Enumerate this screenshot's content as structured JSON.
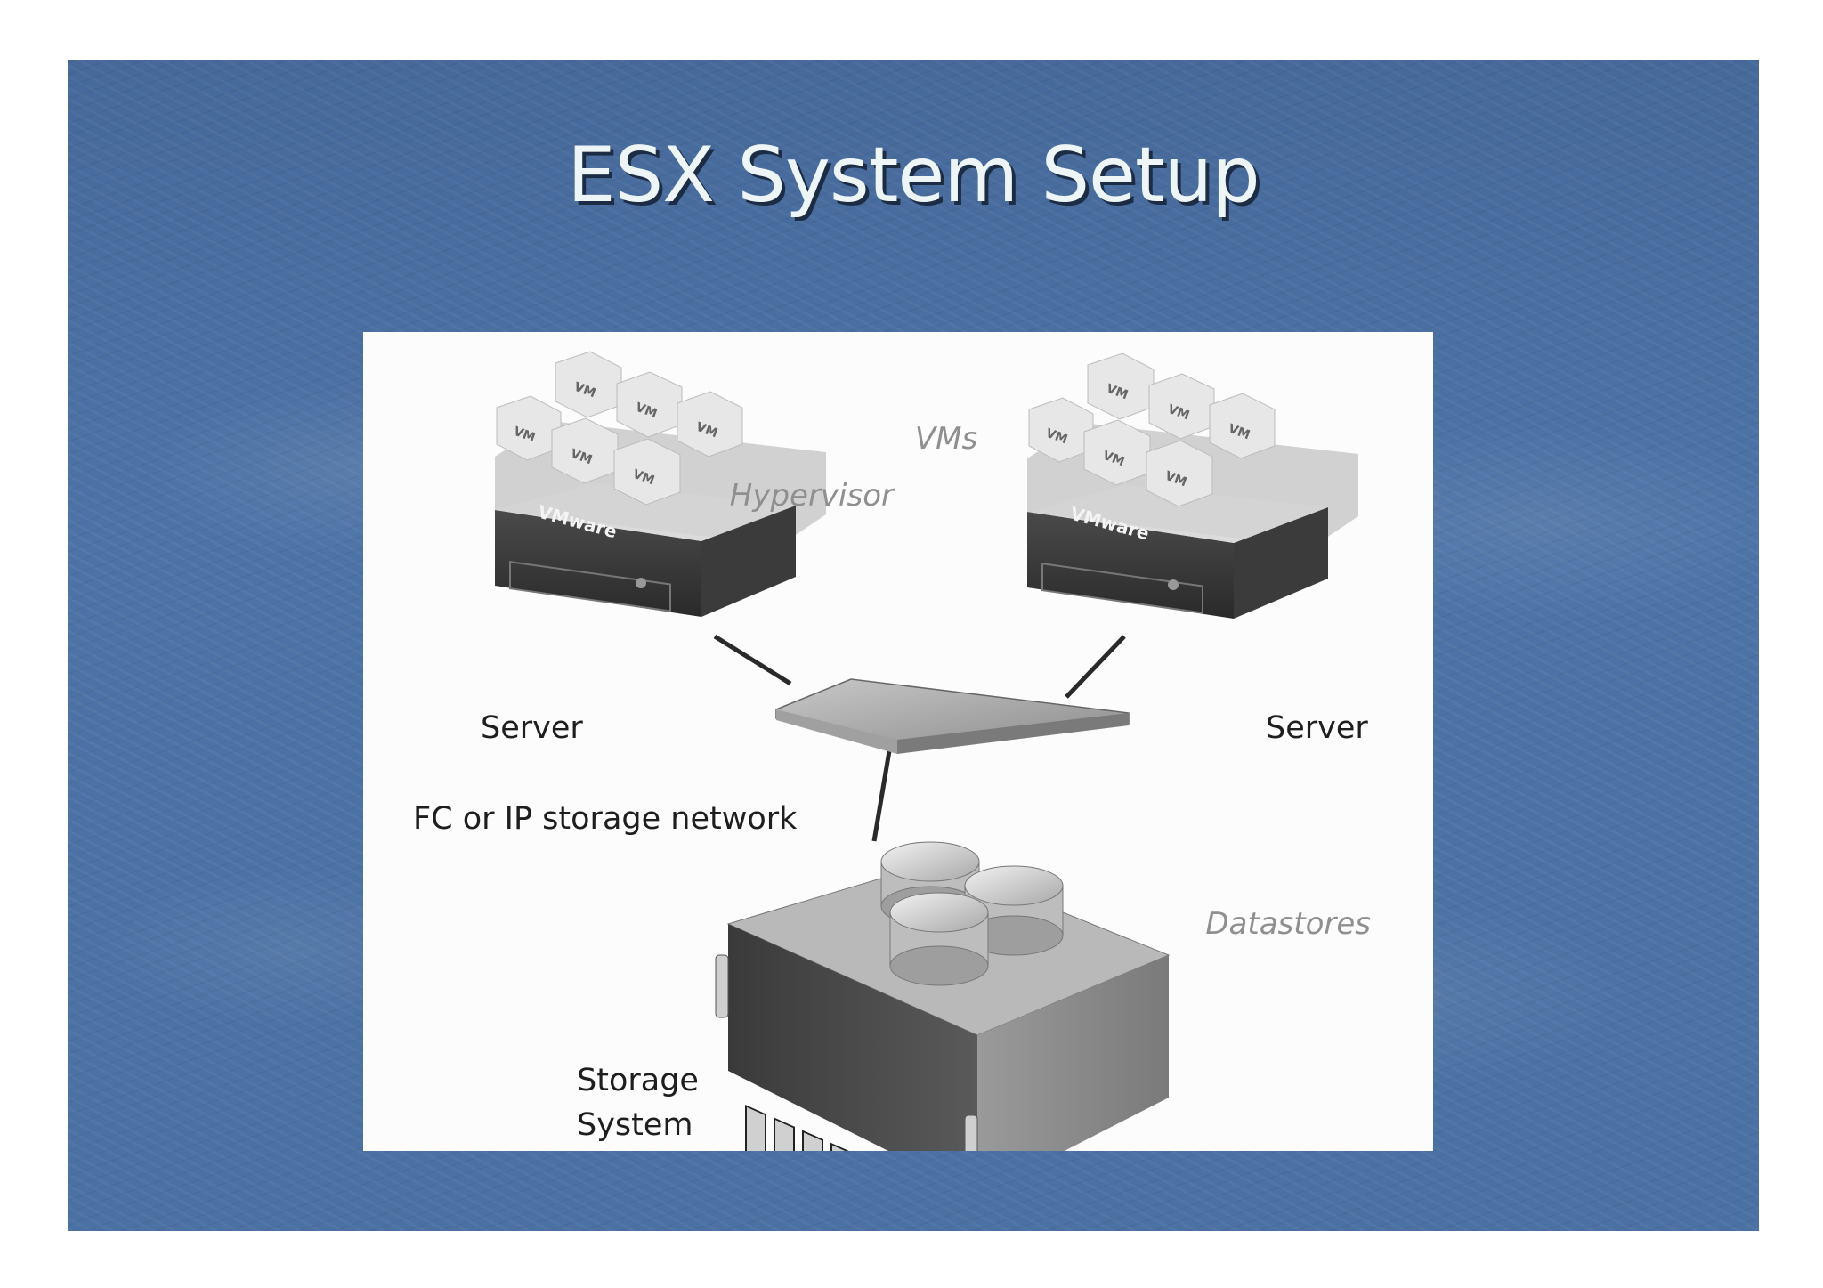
{
  "slide": {
    "title": "ESX System Setup"
  },
  "diagram": {
    "labels": {
      "vms": "VMs",
      "hypervisor": "Hypervisor",
      "server_left": "Server",
      "server_right": "Server",
      "network": "FC or IP storage network",
      "datastores": "Datastores",
      "storage_line1": "Storage",
      "storage_line2": "System"
    },
    "vm_box_label": "VM",
    "vmware_logo": "VMware"
  }
}
